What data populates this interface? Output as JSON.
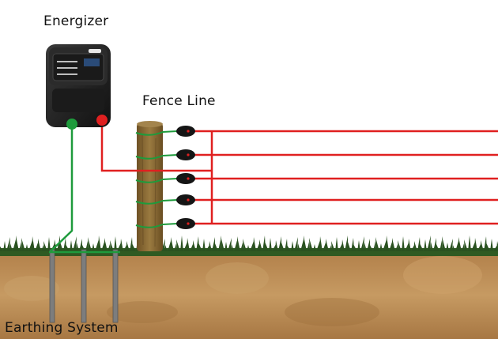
{
  "labels": {
    "energizer": "Energizer",
    "fence_line": "Fence Line",
    "earthing_system": "Earthing System"
  },
  "fence": {
    "wire_count": 5
  },
  "earthing": {
    "rod_count": 3
  },
  "colors": {
    "live_wire": "#e02020",
    "earth_wire": "#1e9b3c",
    "grass": "#2f5a22",
    "soil": "#b88a55",
    "post": "#8a6a34",
    "energizer_body": "#1f1f1f",
    "insulator": "#151515",
    "earth_rod": "#7d7d7d"
  },
  "icons": {
    "energizer": "energizer-box-icon",
    "insulator": "insulator-icon",
    "post": "fence-post-icon",
    "rod": "earth-rod-icon"
  }
}
